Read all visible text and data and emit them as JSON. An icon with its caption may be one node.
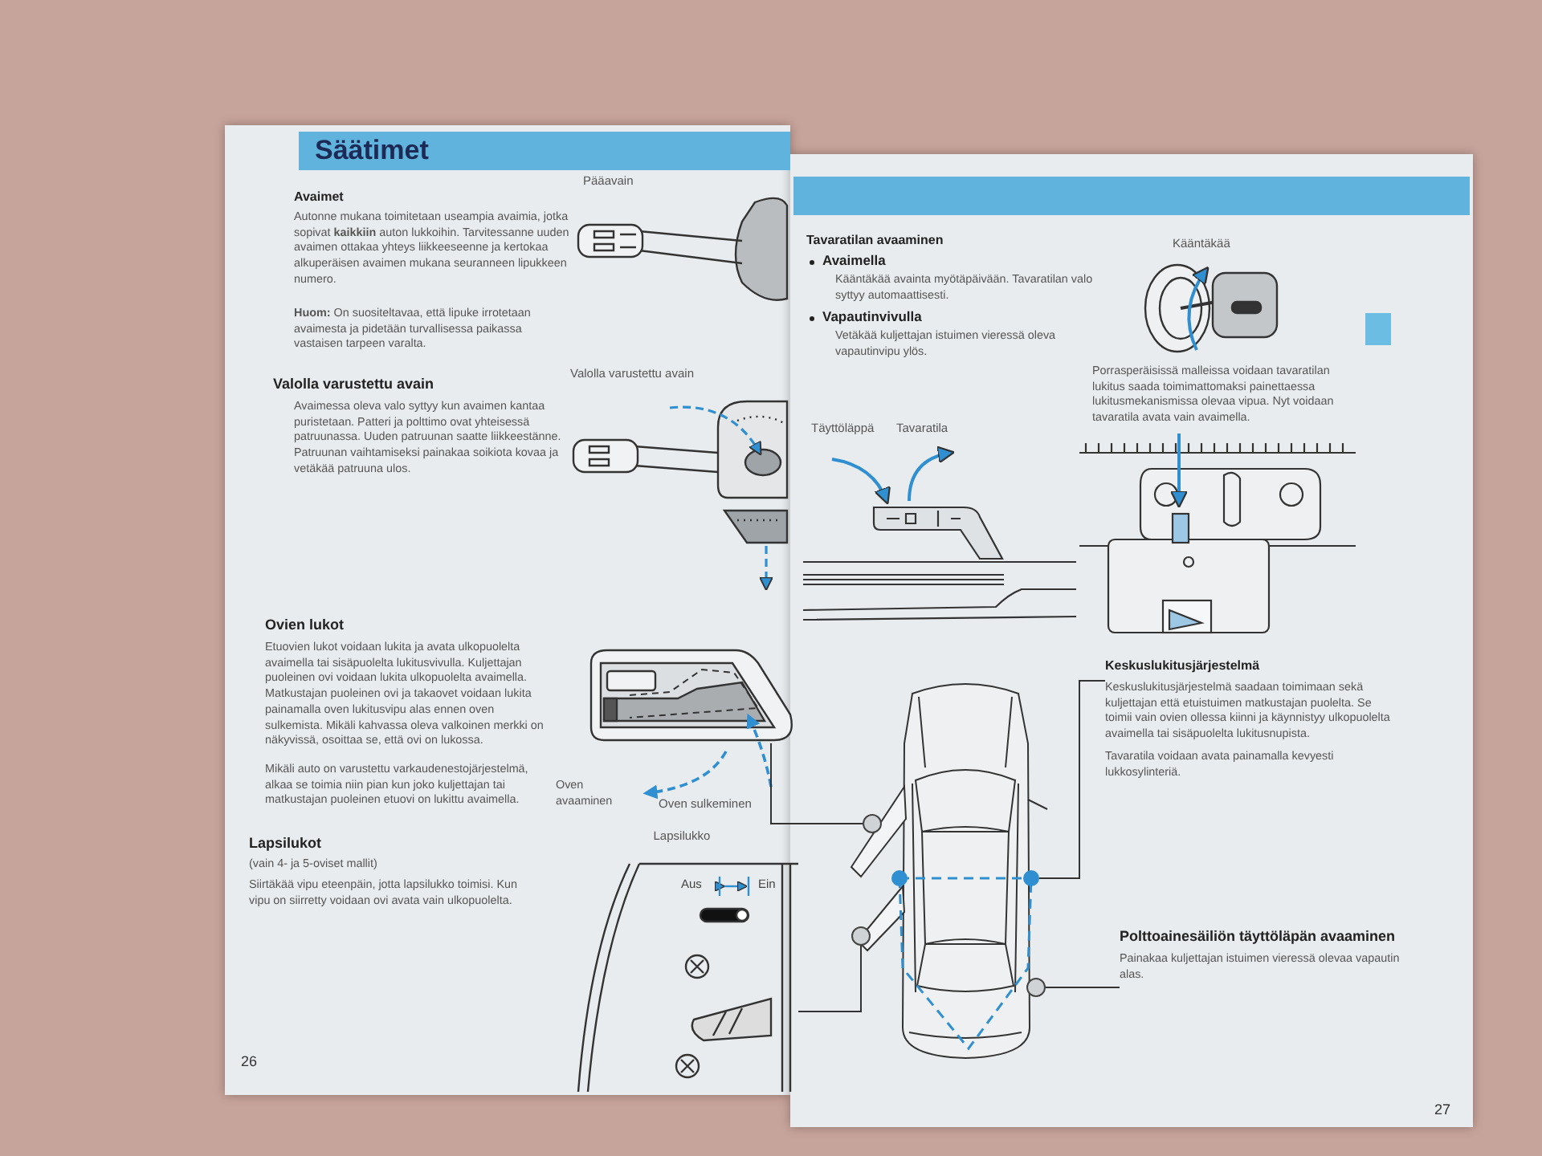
{
  "diagram": {
    "title": "Säätimet",
    "nodes": [
      {
        "text": [
          "Keskuslukitusjärjestelmä",
          "Keskuslukitusjärjestelmä saadaan toimimaan sekä kuljettajan että etuistuimen matkustajan puolelta. Se toimii vain ovien ollessa kiinni ja käynnistyy ulkopuolelta avaimella tai sisäpuolelta lukitusnupista.",
          "Tavaratila voidaan avata painamalla kevyesti lukkosylinteriä."
        ]
      },
      {
        "text": [
          "Polttoainesäiliön täyttöläpän avaaminen",
          "Painakaa kuljettajan istuimen vieressä olevaa vapautin alas."
        ]
      },
      {
        "text": [],
        "shape": "picture"
      },
      {
        "text": [
          "Lapsilukko",
          "Aus",
          "Ein"
        ]
      },
      {
        "text": [],
        "shape": "picture"
      },
      {
        "text": [],
        "shape": "circle"
      },
      {
        "text": [],
        "shape": "circle"
      },
      {
        "text": [],
        "shape": "circle",
        "in": 4
      },
      {
        "text": [],
        "shape": "circle",
        "in": 4
      },
      {
        "text": [],
        "shape": "circle"
      }
    ],
    "edges": [
      {
        "from": 2,
        "to": 5,
        "arrow": "none"
      },
      {
        "from": 3,
        "to": 6,
        "arrow": "none"
      },
      {
        "from": 0,
        "to": 8,
        "arrow": "none"
      },
      {
        "from": 1,
        "to": 9,
        "arrow": "none"
      }
    ],
    "labels": [
      "Avaimet",
      "Autonne mukana toimitetaan useampia avaimia, jotka sopivat **kaikkiin** auton lukkoihin. Tarvitessanne uuden avaimen ottakaa yhteys liikkeeseenne ja kertokaa alkuperäisen avaimen mukana seuranneen lipukkeen numero.",
      "**Huom:** On suositeltavaa, että lipuke irrotetaan avaimesta ja pidetään turvallisessa paikassa vastaisen tarpeen varalta.",
      "Valolla varustettu avain",
      "Avaimessa oleva valo syttyy kun avaimen kantaa puristetaan. Patteri ja polttimo ovat yhteisessä patruunassa. Uuden patruunan saatte liikkeestänne. Patruunan vaihtamiseksi painakaa soikiota kovaa ja vetäkää patruuna ulos.",
      "Pääavain",
      "Valolla varustettu avain",
      "Ovien lukot",
      "Etuovien lukot voidaan lukita ja avata ulkopuolelta avaimella tai sisäpuolelta lukitusvivulla. Kuljettajan puoleinen ovi voidaan lukita ulkopuolelta avaimella. Matkustajan puoleinen ovi ja takaovet voidaan lukita painamalla oven lukitusvipu alas ennen oven sulkemista. Mikäli kahvassa oleva valkoinen merkki on näkyvissä, osoittaa se, että ovi on lukossa.",
      "Mikäli auto on varustettu varkaudenestojärjestelmä, alkaa se toimia niin pian kun joko kuljettajan tai matkustajan puoleinen etuovi on lukittu avaimella.",
      "Lapsilukot",
      "(vain 4- ja 5-oviset mallit)",
      "Siirtäkää vipu eteenpäin, jotta lapsilukko toimisi. Kun vipu on siirretty voidaan ovi avata vain ulkopuolelta.",
      "Oven avaaminen",
      "Oven sulkeminen",
      "26",
      "Tavaratilan avaaminen",
      "Avaimella",
      "Kääntäkää avainta myötäpäivään. Tavaratilan valo syttyy automaattisesti.",
      "Vapautinvivulla",
      "Vetäkää kuljettajan istuimen vieressä oleva vapautinvipu ylös.",
      "Kääntäkää",
      "Porrasperäisissä malleissa voidaan tavaratilan lukitus saada toimimattomaksi painettaessa lukitusmekanismissa olevaa vipua. Nyt voidaan tavaratila avata vain avaimella.",
      "Täyttöläppä",
      "Tavaratila",
      "27"
    ]
  }
}
